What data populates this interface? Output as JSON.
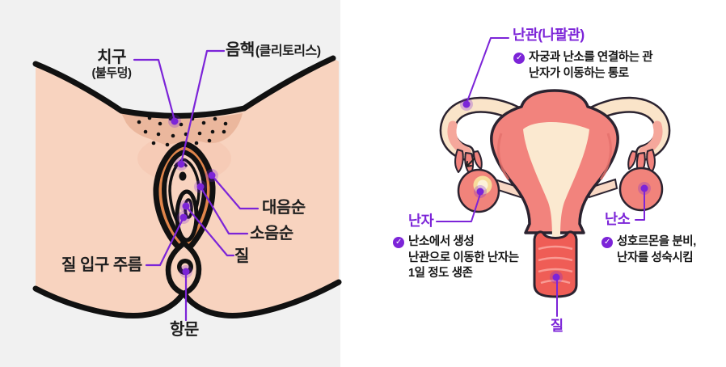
{
  "panel_left": {
    "labels": {
      "mons": {
        "main": "치구",
        "sub": "(불두덩)"
      },
      "clitoris": {
        "main": "음핵",
        "paren": "(클리토리스)"
      },
      "labia_majora": "대음순",
      "labia_minora": "소음순",
      "vagina": "질",
      "vaginal_opening_fold": "질 입구 주름",
      "anus": "항문"
    }
  },
  "panel_right": {
    "fallopian_tube": {
      "title": "난관(나팔관)",
      "desc": [
        "자궁과 난소를 연결하는 관",
        "난자가 이동하는 통로"
      ]
    },
    "egg": {
      "title": "난자",
      "desc": [
        "난소에서 생성",
        "난관으로 이동한 난자는",
        "1일 정도 생존"
      ]
    },
    "ovary": {
      "title": "난소",
      "desc": [
        "성호르몬을 분비,",
        "난자를 성숙시킴"
      ]
    },
    "vagina": {
      "title": "질"
    }
  },
  "icons": {
    "check": "✓"
  },
  "colors": {
    "accent_purple": "#7C24D8",
    "skin": "#F8D3BF",
    "labia_orange": "#E0854B",
    "mons_tan": "#EBB79D",
    "uterus_coral": "#F2837D",
    "cavity_cream": "#FBE9D0",
    "tube_cream": "#FAE4C9",
    "vagina_red": "#EF5D56",
    "panel_left_bg": "#F1F1F1",
    "panel_right_bg": "#FFFFFF",
    "outline_black": "#111111"
  }
}
